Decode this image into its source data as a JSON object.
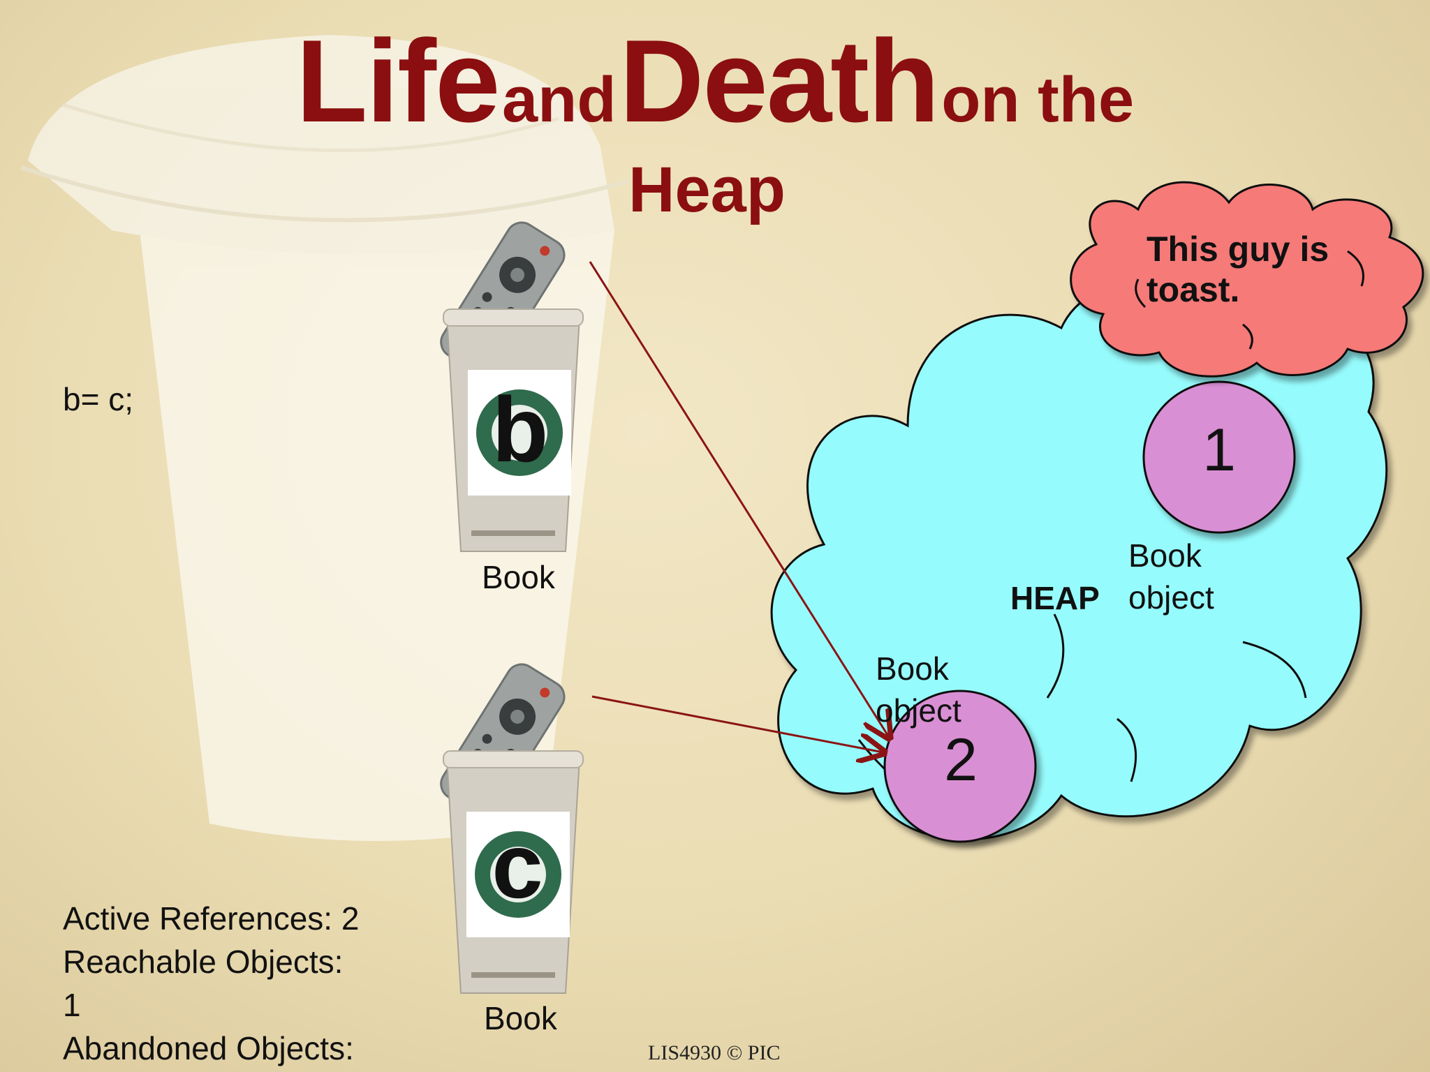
{
  "title": {
    "life": "Life",
    "and": "and",
    "death": "Death",
    "on_the": "on the",
    "heap": "Heap"
  },
  "code": "b= c;",
  "cups": [
    {
      "letter": "b",
      "caption": "Book"
    },
    {
      "letter": "c",
      "caption": "Book"
    }
  ],
  "heap": {
    "label": "HEAP",
    "objects": [
      {
        "number": "1",
        "label_line1": "Book",
        "label_line2": "object"
      },
      {
        "number": "2",
        "label_line1": "Book",
        "label_line2": "object"
      }
    ]
  },
  "callout": {
    "line1": "This guy is",
    "line2": "toast."
  },
  "stats": {
    "line1": "Active References: 2",
    "line2": "Reachable Objects:",
    "line3": "1",
    "line4": "Abandoned Objects:"
  },
  "footer": "LIS4930 © PIC",
  "colors": {
    "title": "#8b0f10",
    "heap_fill": "#96fbfc",
    "object_fill": "#d98fd4",
    "callout_fill": "#f57a78",
    "arrow": "#8b1414"
  }
}
